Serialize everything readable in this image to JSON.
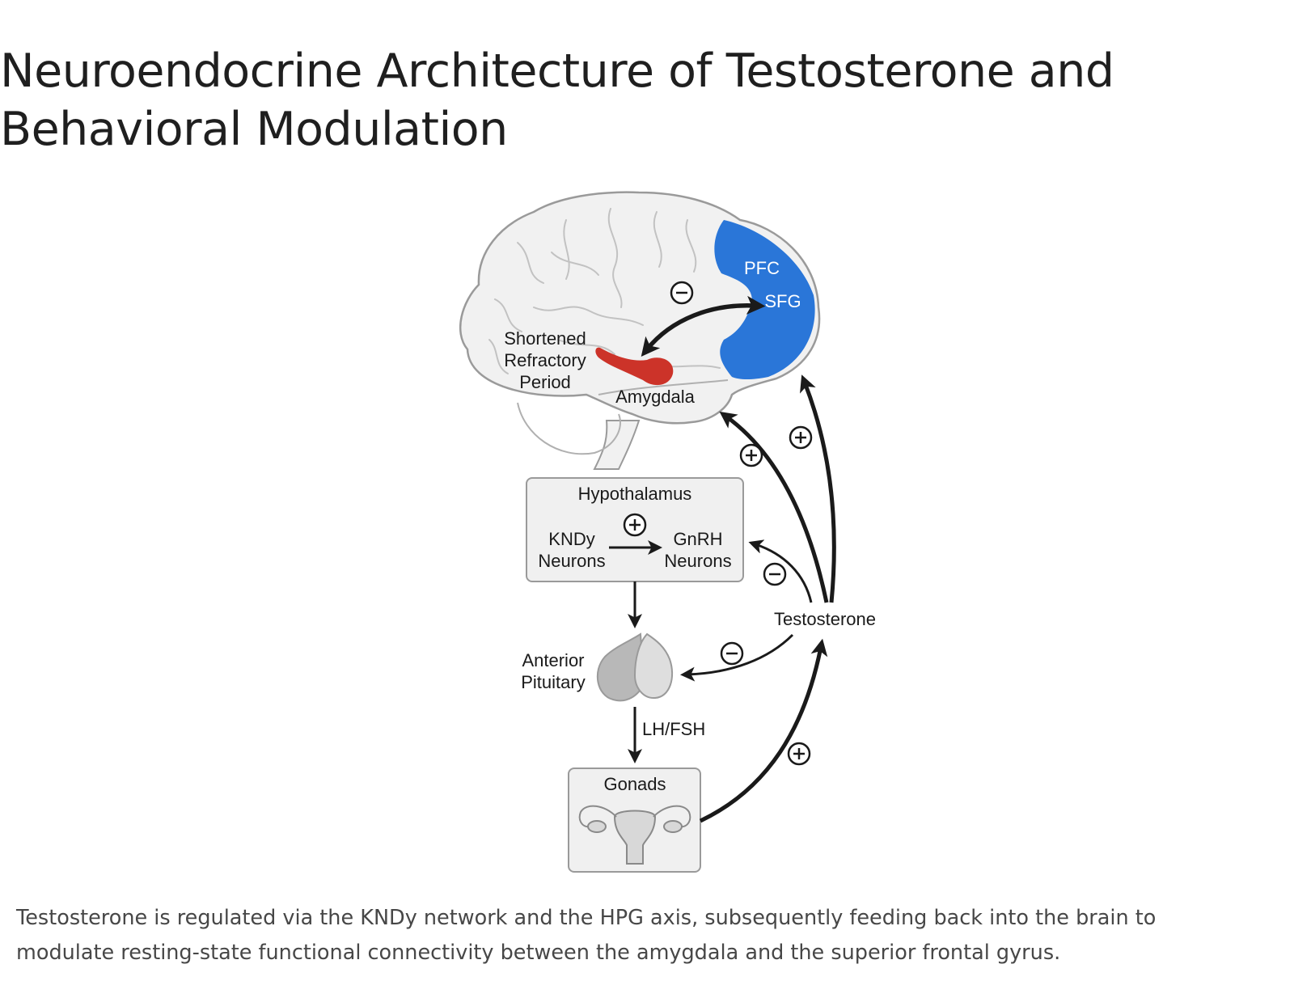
{
  "title": "Neuroendocrine Architecture of Testosterone and Behavioral Modulation",
  "caption": "Testosterone is regulated via the KNDy network and the HPG axis, subsequently feeding back into the brain to modulate resting-state functional connectivity between the amygdala and the superior frontal gyrus.",
  "colors": {
    "pfc_region": "#2a76d8",
    "amygdala": "#cc3329",
    "brain_fill": "#f1f1f1",
    "box_fill": "#f0f0f0"
  },
  "diagram": {
    "brain": {
      "pfc_label": "PFC",
      "sfg_label": "SFG",
      "amygdala_label": "Amygdala",
      "refractory_line1": "Shortened",
      "refractory_line2": "Refractory",
      "refractory_line3": "Period"
    },
    "hypothalamus": {
      "title": "Hypothalamus",
      "kndy_line1": "KNDy",
      "kndy_line2": "Neurons",
      "gnrh_line1": "GnRH",
      "gnrh_line2": "Neurons"
    },
    "pituitary": {
      "line1": "Anterior",
      "line2": "Pituitary"
    },
    "lh_fsh_label": "LH/FSH",
    "gonads_label": "Gonads",
    "testosterone_label": "Testosterone",
    "signs": {
      "plus": "+",
      "minus": "−"
    }
  }
}
